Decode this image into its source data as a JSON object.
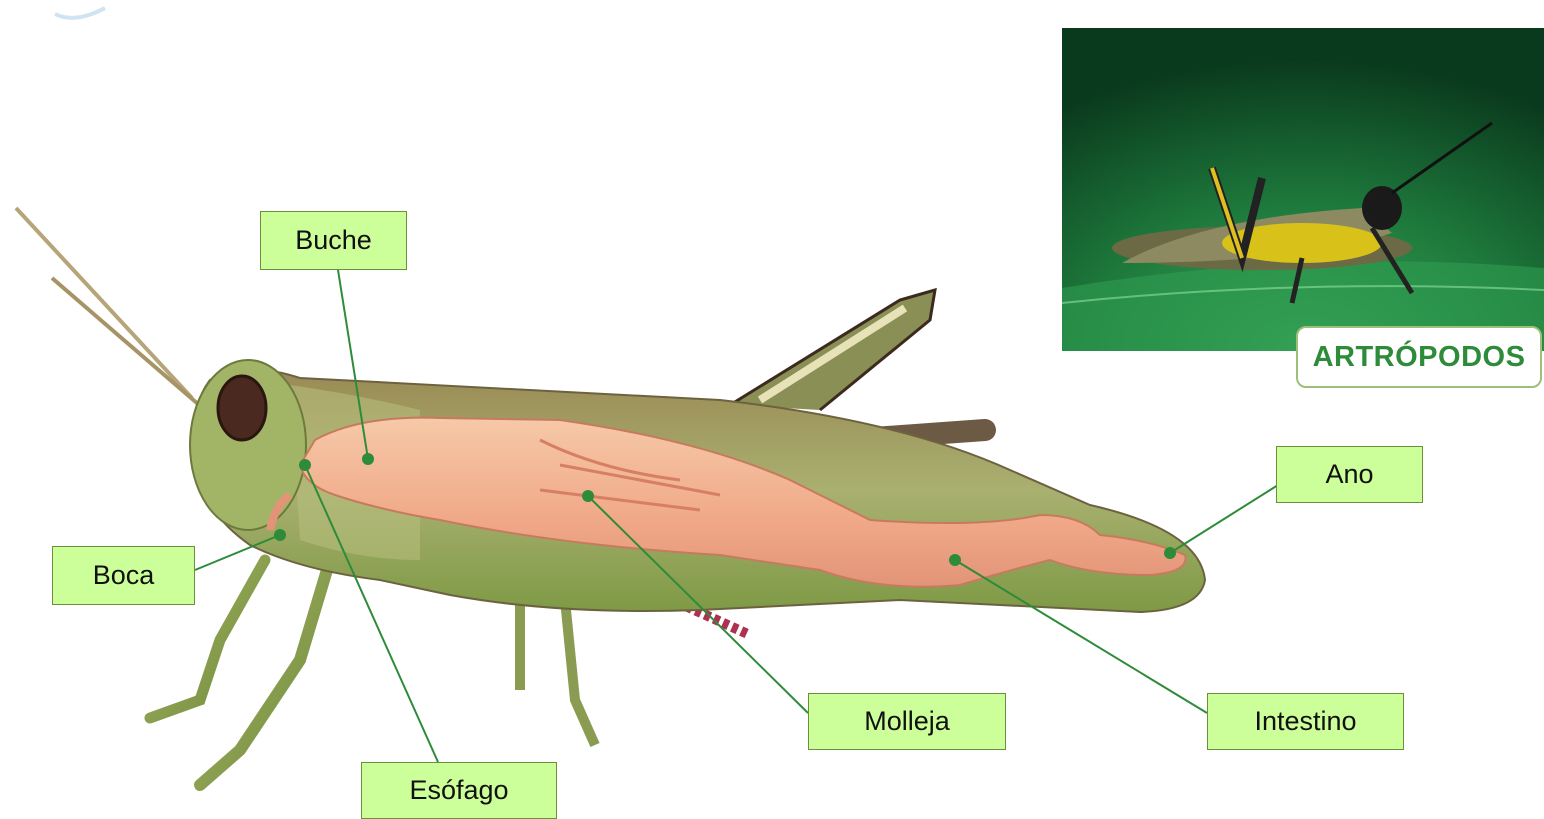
{
  "labels": {
    "buche": "Buche",
    "boca": "Boca",
    "esofago": "Esófago",
    "molleja": "Molleja",
    "intestino": "Intestino",
    "ano": "Ano"
  },
  "photo_title": "ARTRÓPODOS",
  "colors": {
    "label_fill": "#ccff99",
    "leader_line": "#2e8b3a",
    "title_text": "#2e8b3a"
  }
}
